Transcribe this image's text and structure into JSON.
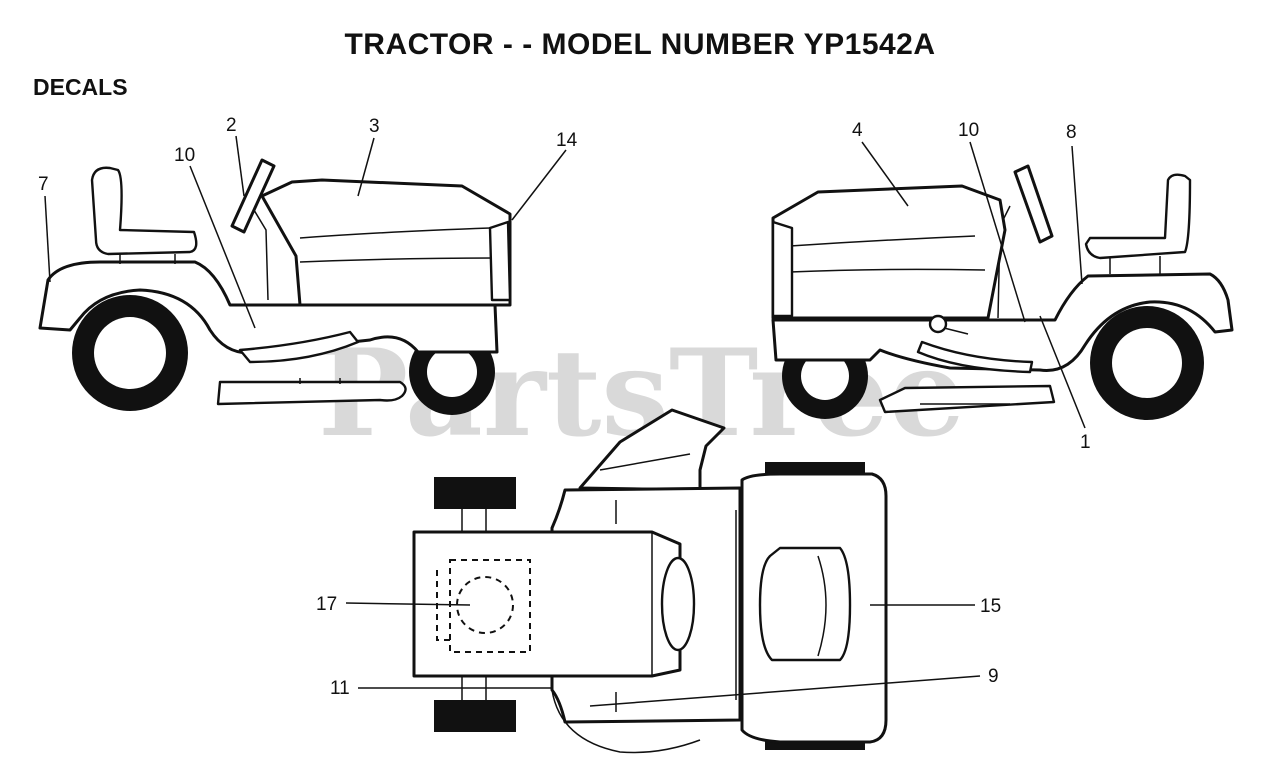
{
  "header": {
    "title": "TRACTOR - - MODEL NUMBER YP1542A",
    "section": "DECALS"
  },
  "watermark": "PartsTree",
  "callouts": {
    "left_view": {
      "c7": "7",
      "c2": "2",
      "c10": "10",
      "c3": "3",
      "c14": "14"
    },
    "right_view": {
      "c4": "4",
      "c10": "10",
      "c8": "8",
      "c1": "1"
    },
    "top_view": {
      "c17": "17",
      "c15": "15",
      "c11": "11",
      "c9": "9"
    }
  }
}
